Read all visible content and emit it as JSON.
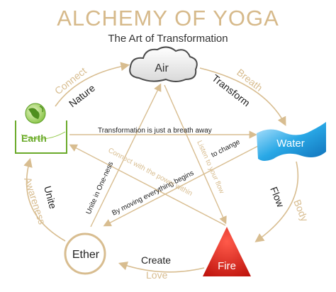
{
  "header": {
    "title": "ALCHEMY OF YOGA",
    "subtitle": "The Art of Transformation"
  },
  "nodes": {
    "air": "Air",
    "water": "Water",
    "fire": "Fire",
    "ether": "Ether",
    "earth": "Earth"
  },
  "outer_labels": {
    "connect": "Connect",
    "nature": "Nature",
    "breath": "Breath",
    "transform": "Transform",
    "flow": "Flow",
    "body": "Body",
    "create": "Create",
    "love": "Love",
    "unite": "Unite",
    "awareness": "Awareness"
  },
  "star_labels": {
    "earth_water": "Transformation is just a breath away",
    "water_ether": "By moving everything begins",
    "earth_fire": "Connect with the power within",
    "air_fire": "Listen to your flow",
    "ether_air": "Unite in One-ness",
    "fire_earth": "to change"
  },
  "colors": {
    "gold": "#d8bd90",
    "earth_green": "#6aaa2a",
    "water_blue": "#29a8e6",
    "fire_red": "#e0241b",
    "text_dark": "#222222"
  }
}
